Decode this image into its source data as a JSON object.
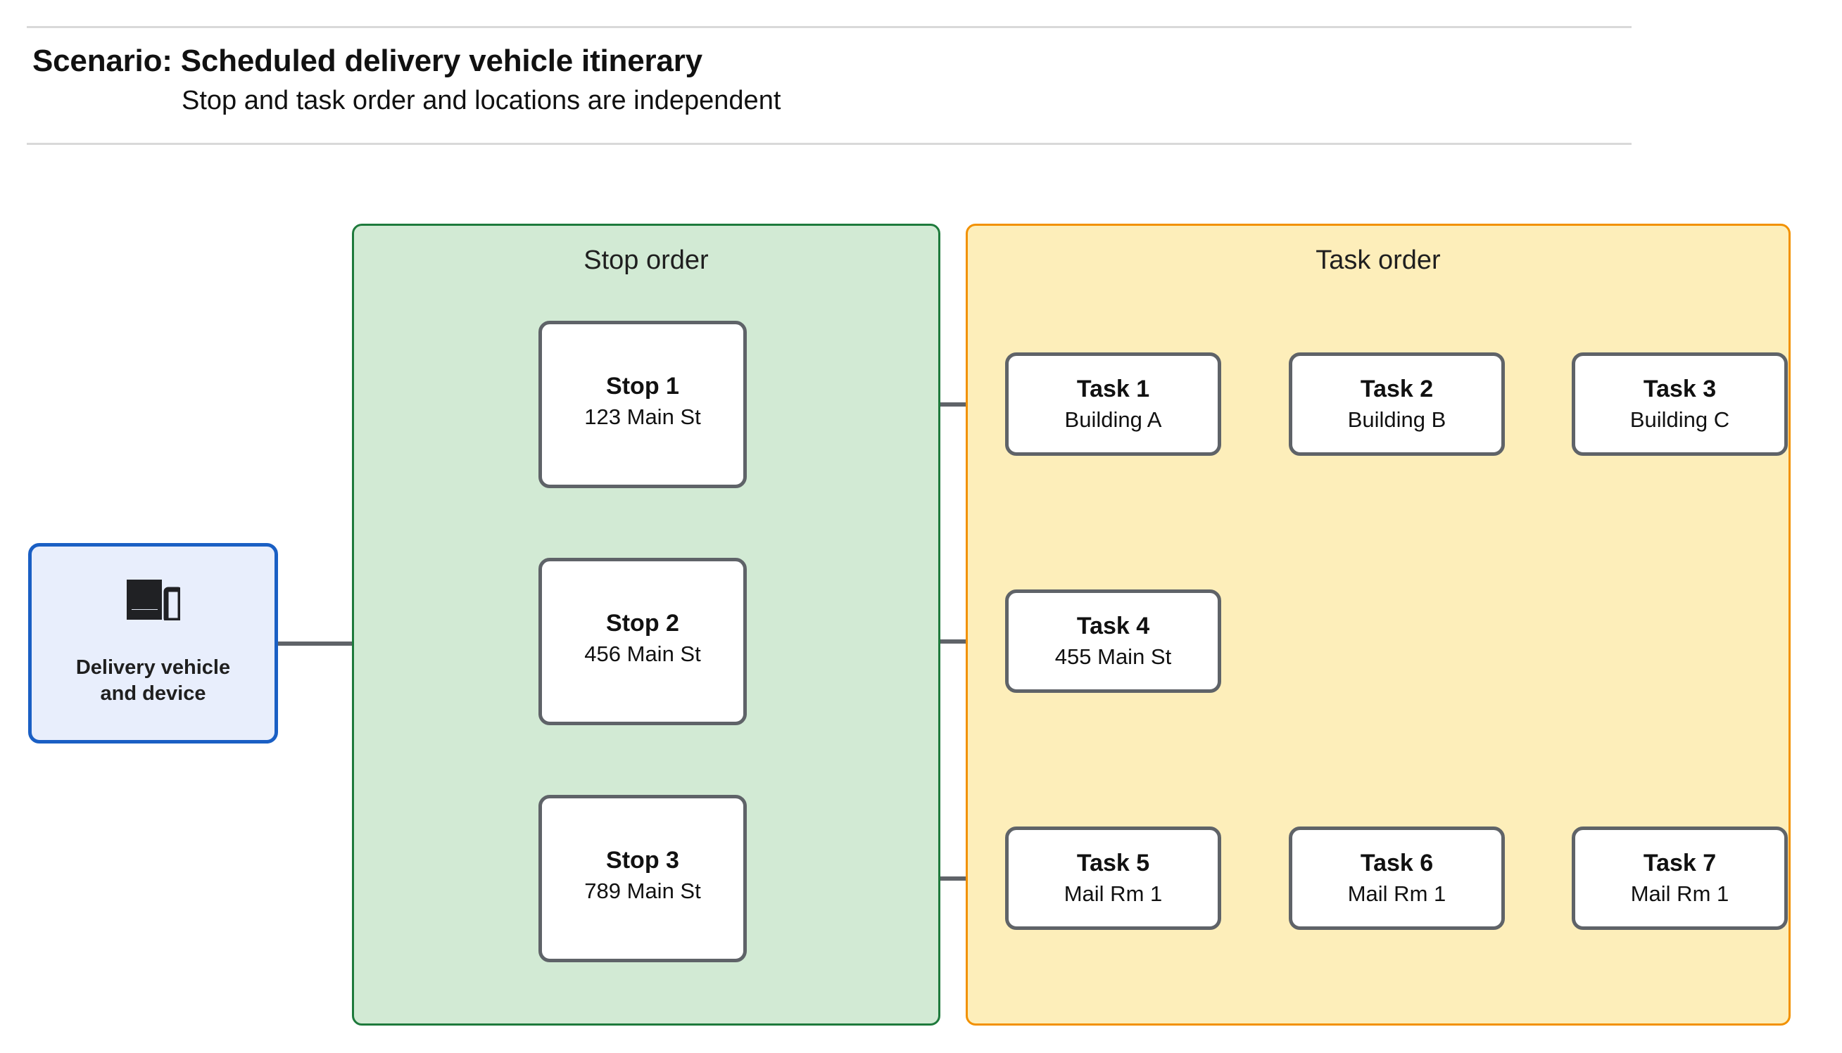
{
  "header": {
    "title": "Scenario: Scheduled delivery vehicle itinerary",
    "subtitle": "Stop and task order and locations are independent"
  },
  "device": {
    "icon": "devices-icon",
    "line1": "Delivery vehicle",
    "line2": "and device"
  },
  "panels": {
    "stop": {
      "title": "Stop order",
      "fill": "#d2ead4",
      "border": "#1e7a3c"
    },
    "task": {
      "title": "Task order",
      "fill": "#fdeeba",
      "border": "#f29100"
    }
  },
  "stops": [
    {
      "title": "Stop 1",
      "location": "123 Main St"
    },
    {
      "title": "Stop 2",
      "location": "456 Main St"
    },
    {
      "title": "Stop 3",
      "location": "789 Main St"
    }
  ],
  "task_rows": [
    [
      {
        "title": "Task 1",
        "location": "Building A"
      },
      {
        "title": "Task 2",
        "location": "Building B"
      },
      {
        "title": "Task 3",
        "location": "Building C"
      }
    ],
    [
      {
        "title": "Task 4",
        "location": "455 Main St"
      }
    ],
    [
      {
        "title": "Task 5",
        "location": "Mail Rm 1"
      },
      {
        "title": "Task 6",
        "location": "Mail Rm 1"
      },
      {
        "title": "Task 7",
        "location": "Mail Rm 1"
      }
    ]
  ],
  "colors": {
    "connector": "#5f6368",
    "node_border": "#5f6368",
    "device_border": "#1a5fc4",
    "device_fill": "#e8eefc",
    "rule": "#d9d9d9"
  }
}
